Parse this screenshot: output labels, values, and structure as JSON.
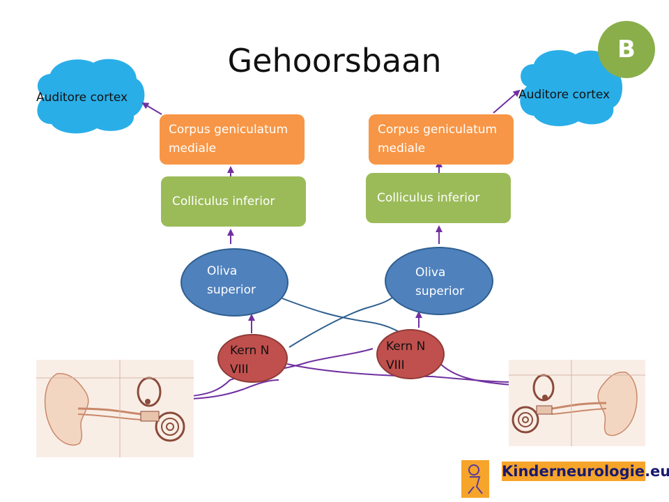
{
  "title": "Gehoorsbaan",
  "badge": "B",
  "colors": {
    "cortex": "#29aee8",
    "geniculatum": "#f79646",
    "colliculus": "#9bbb59",
    "oliva": "#4f81bd",
    "kern": "#c0504d",
    "arrow": "#7030a0",
    "crossing": "#2f5f8f",
    "logo": "#f6a52a"
  },
  "left": {
    "cortex": "Auditore cortex",
    "geniculatum": [
      "Corpus geniculatum",
      "mediale"
    ],
    "colliculus": "Colliculus inferior",
    "oliva": [
      "Oliva",
      "superior"
    ],
    "kern": [
      "Kern N",
      "VIII"
    ]
  },
  "right": {
    "cortex": "Auditore cortex",
    "geniculatum": [
      "Corpus geniculatum",
      "mediale"
    ],
    "colliculus": "Colliculus inferior",
    "oliva": [
      "Oliva",
      "superior"
    ],
    "kern": [
      "Kern N",
      "VIII"
    ]
  },
  "logo": "Kinderneurologie.eu"
}
